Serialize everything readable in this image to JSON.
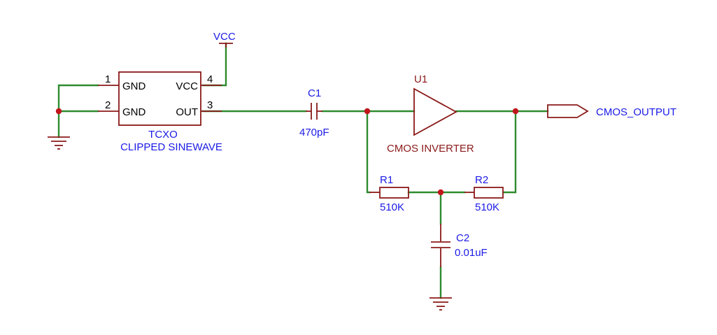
{
  "colors": {
    "wire": "#2e8b2e",
    "component": "#8b1a1a",
    "label": "#1a1ae6",
    "junction": "#c0161c"
  },
  "power": {
    "vcc_label": "VCC"
  },
  "tcxo": {
    "designator": "TCXO",
    "description": "CLIPPED SINEWAVE",
    "pins": [
      {
        "number": "1",
        "name": "GND"
      },
      {
        "number": "2",
        "name": "GND"
      },
      {
        "number": "4",
        "name": "VCC"
      },
      {
        "number": "3",
        "name": "OUT"
      }
    ]
  },
  "c1": {
    "designator": "C1",
    "value": "470pF"
  },
  "u1": {
    "designator": "U1",
    "description": "CMOS INVERTER"
  },
  "r1": {
    "designator": "R1",
    "value": "510K"
  },
  "r2": {
    "designator": "R2",
    "value": "510K"
  },
  "c2": {
    "designator": "C2",
    "value": "0.01uF"
  },
  "output_port": {
    "label": "CMOS_OUTPUT"
  },
  "icons": [
    "ground-icon",
    "power-port-icon",
    "output-port-icon",
    "junction-dot-icon"
  ]
}
